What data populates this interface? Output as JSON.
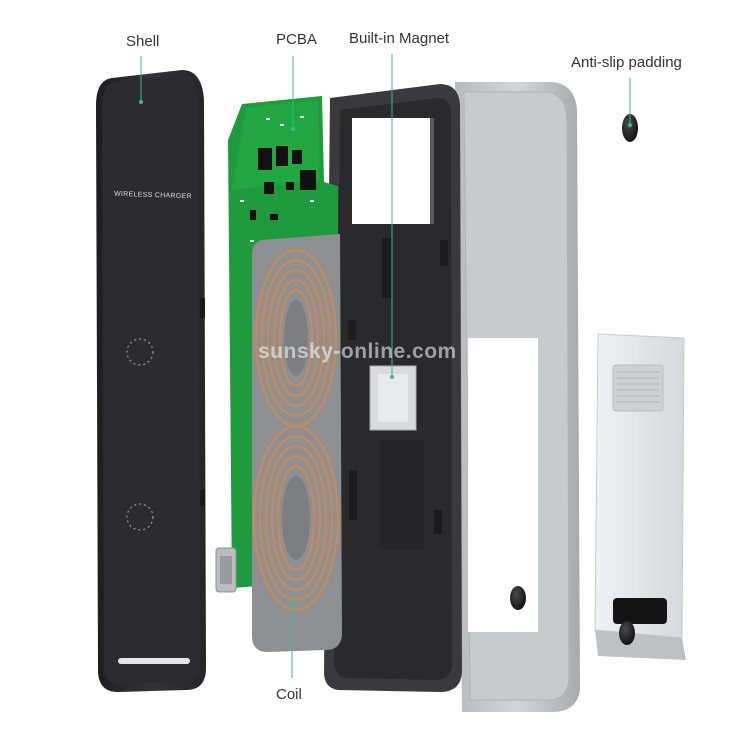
{
  "labels": {
    "shell": "Shell",
    "pcba": "PCBA",
    "magnet": "Built-in Magnet",
    "anti_slip": "Anti-slip padding",
    "coil": "Coil"
  },
  "shell_print": "WIRELESS CHARGER",
  "watermark": "sunsky-online.com",
  "colors": {
    "leader_line": "#2fbf8f",
    "shell": "#2b2b2d",
    "pcb": "#1f9a3c",
    "coil_copper": "#c98a5a",
    "frame": "#3a3a3d",
    "back_cover": "#c8c9cc",
    "stand": "#e6e7e9"
  }
}
